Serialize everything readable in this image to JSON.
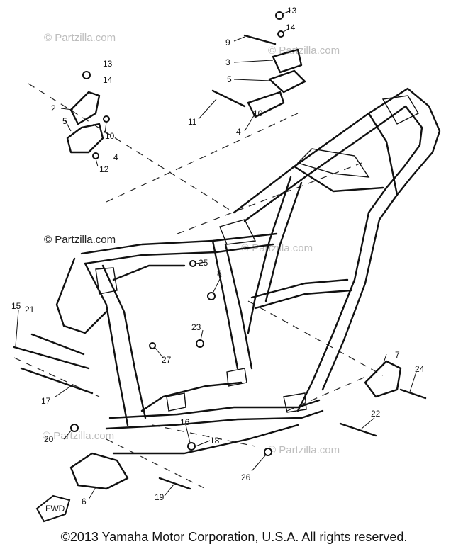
{
  "watermarks": [
    "© Partzilla.com",
    "© Partzilla.com",
    "© Partzilla.com",
    "© Partzilla.com",
    "© Partzilla.com",
    "© Partzilla.com"
  ],
  "copyright": "©2013  Yamaha Motor Corporation, U.S.A. All rights reserved.",
  "fwd_label": "FWD",
  "callouts": [
    "13",
    "14",
    "9",
    "3",
    "5",
    "11",
    "4",
    "10",
    "13",
    "14",
    "2",
    "5",
    "10",
    "4",
    "12",
    "25",
    "8",
    "23",
    "27",
    "21",
    "15",
    "17",
    "20",
    "16",
    "18",
    "26",
    "6",
    "19",
    "7",
    "24",
    "22"
  ]
}
